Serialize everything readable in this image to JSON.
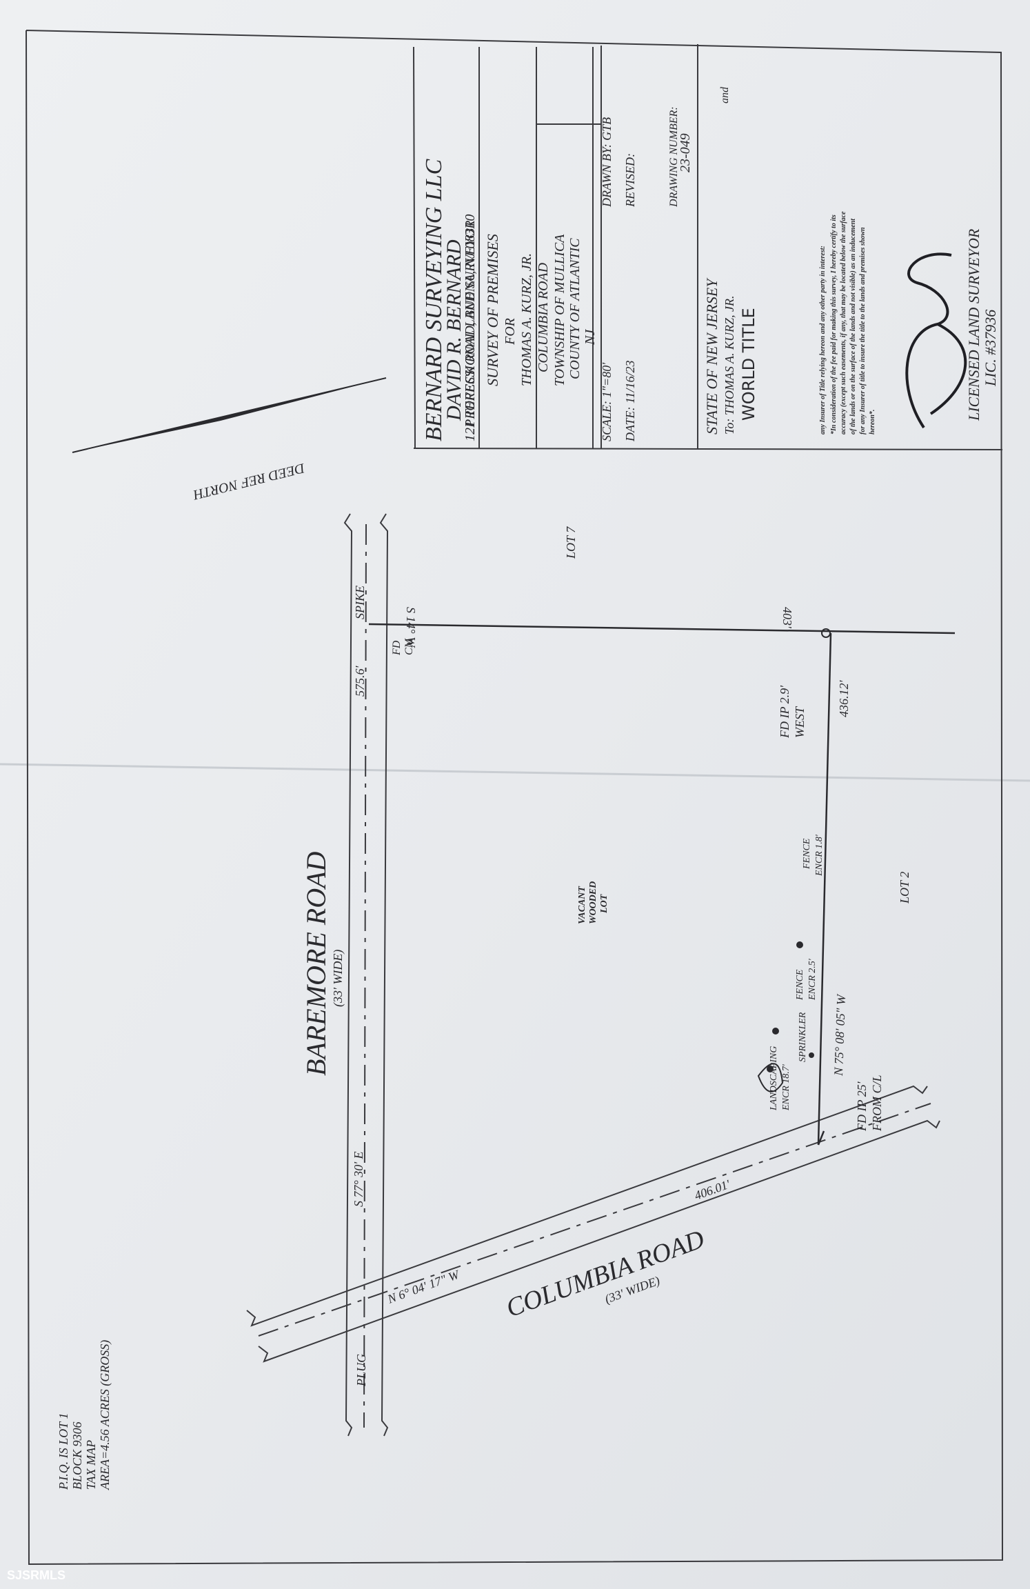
{
  "surveyor": {
    "company": "BERNARD SURVEYING LLC",
    "name": "DAVID R. BERNARD",
    "title": "PROFESSIONAL LAND SURVEYOR",
    "address": "121 TERECK ROAD, BUENA, NJ 08310"
  },
  "survey": {
    "heading": "SURVEY OF PREMISES",
    "for": "FOR",
    "client": "THOMAS A. KURZ, JR.",
    "road": "COLUMBIA ROAD",
    "township": "TOWNSHIP OF MULLICA",
    "county": "COUNTY OF ATLANTIC",
    "state": "NJ"
  },
  "info": {
    "scale": "SCALE: 1\"=80'",
    "date": "DATE: 11/16/23",
    "drawn_by": "DRAWN BY: GTB",
    "revised": "REVISED:",
    "drawing_number_label": "DRAWING NUMBER:",
    "drawing_number": "23-049"
  },
  "certification": {
    "state": "STATE OF NEW JERSEY",
    "to": "To: THOMAS A. KURZ, JR.",
    "handwritten": "WORLD TITLE",
    "and": "and",
    "notes": [
      "any Insurer of Title relying hereon and any other party in interest:",
      "*In consideration of the fee paid for making this survey, I hereby certify to its",
      "accuracy (except such easements, if any, that may be located below the surface",
      "of the lands or on the surface of the lands and not visible) as an inducement",
      "for any Insurer of title to insure the title to the lands and premises shown",
      "hereon*."
    ],
    "licensed": "LICENSED LAND SURVEYOR",
    "lic": "LIC. #37936"
  },
  "labels": {
    "deed_north": "DEED REF NORTH",
    "baremore": "BAREMORE ROAD",
    "baremore_wide": "(33' WIDE)",
    "columbia": "COLUMBIA ROAD",
    "columbia_wide": "(33' WIDE)",
    "lot7": "LOT 7",
    "lot2": "LOT 2",
    "vacant": [
      "VACANT",
      "WOODED",
      "LOT"
    ],
    "spike": "SPIKE",
    "plug": "PLUG",
    "fd_cm": [
      "FD",
      "CM"
    ],
    "dist_5756": "575.6'",
    "brg_s14w": "S 14° W",
    "dist_403": "403'",
    "fdip_west": [
      "FD IP 2.9'",
      "WEST"
    ],
    "dist_43612": "436.12'",
    "fence_18": [
      "FENCE",
      "ENCR 1.8'"
    ],
    "brg_n75": "N 75° 08' 05\" W",
    "fence_25": [
      "FENCE",
      "ENCR 2.5'"
    ],
    "sprinkler": "SPRINKLER",
    "landscaping": [
      "LANDSCAPING",
      "ENCR 18.7'"
    ],
    "fdip_25": [
      "FD IP 25'",
      "FROM C/L"
    ],
    "dist_40601": "406.01'",
    "brg_n6": "N 6° 04' 17\" W",
    "brg_s77": "S 77° 30' E",
    "piq": [
      "P.I.Q. IS LOT 1",
      "BLOCK 9306",
      "TAX MAP",
      "AREA=4.56 ACRES (GROSS)"
    ]
  },
  "watermark": "SJSRMLS",
  "colors": {
    "paper": "#eceef0",
    "ink": "#2a2a2e",
    "line": "#3a3a3e",
    "bg": "#9aa0a4"
  }
}
